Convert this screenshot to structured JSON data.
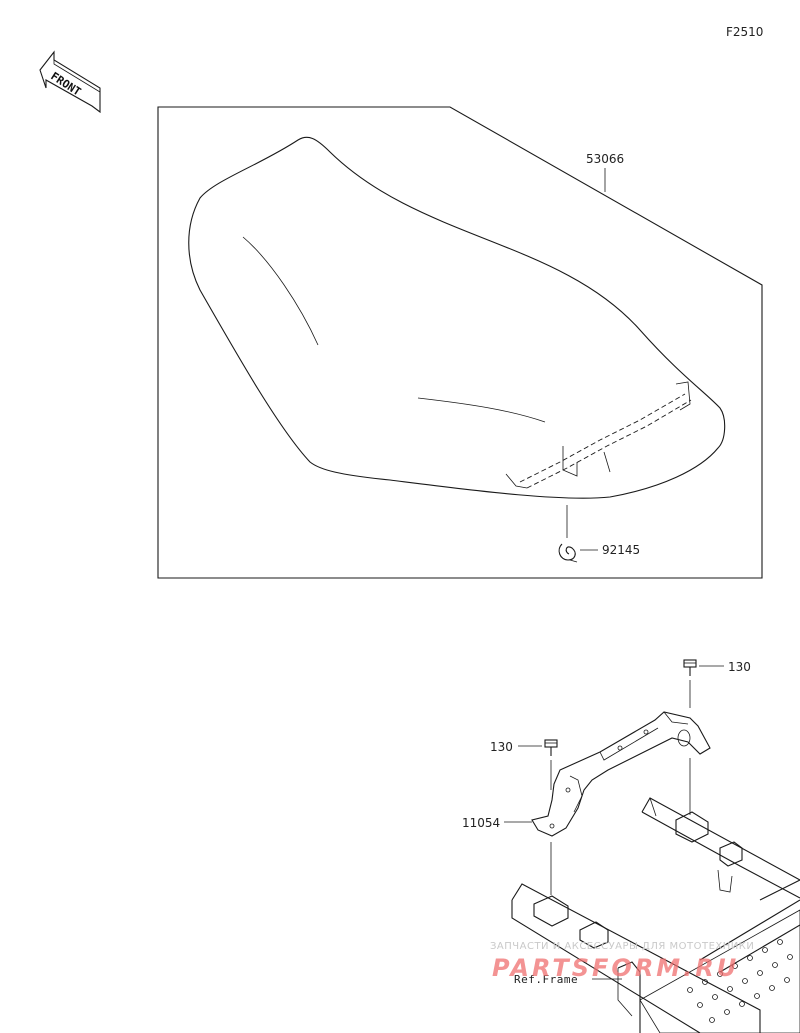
{
  "figure_code": "F2510",
  "front_marker": "FRONT",
  "callouts": {
    "seat": "53066",
    "seat_spring": "92145",
    "bolt_right": "130",
    "bolt_left": "130",
    "bracket": "11054"
  },
  "frame_reference": "Ref.Frame",
  "watermark": {
    "tagline": "ЗАПЧАСТИ И АКСЕССУАРЫ ДЛЯ МОТОТЕХНИКИ",
    "logo": "PARTSFORM.RU",
    "color": "#ef6f6f"
  }
}
